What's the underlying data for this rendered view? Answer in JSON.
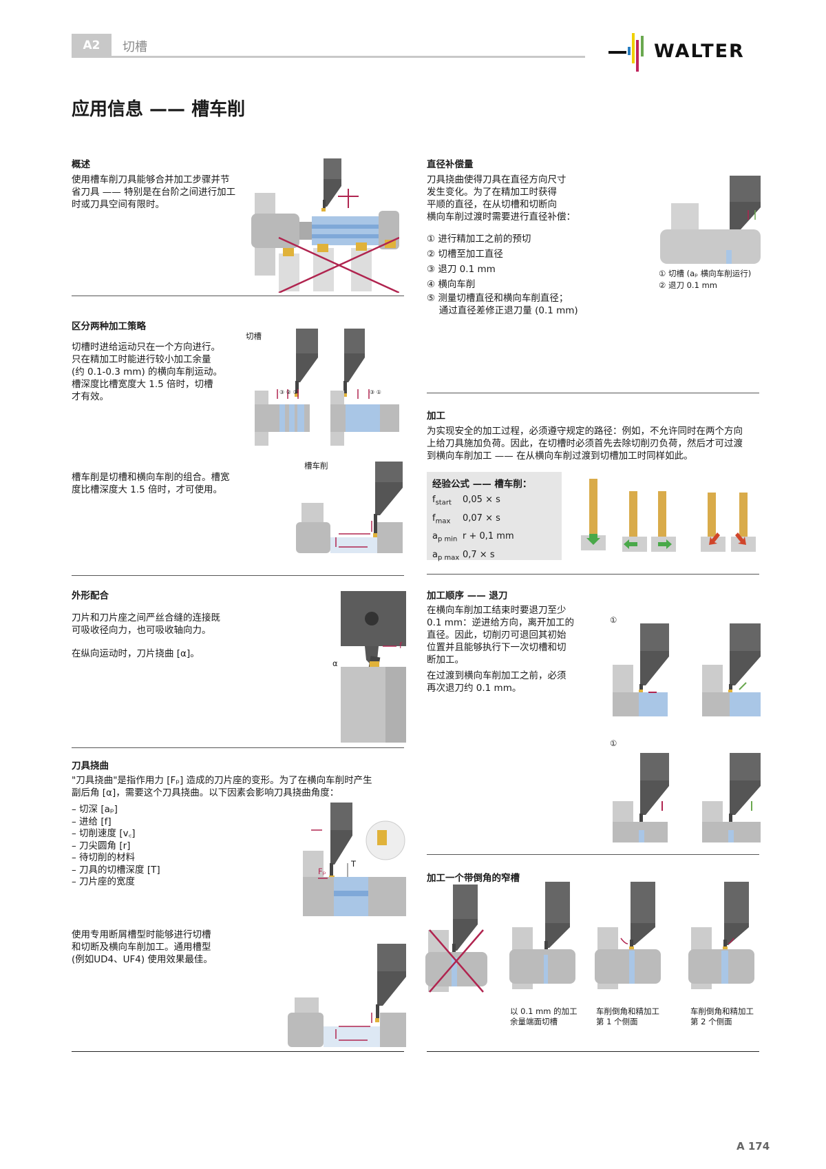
{
  "header": {
    "section_code": "A2",
    "section_name": "切槽",
    "brand": "WALTER",
    "brand_colors": [
      "#2a7fc1",
      "#f0d000",
      "#c0245c",
      "#6aa84f"
    ]
  },
  "page_title": "应用信息 —— 槽车削",
  "overview": {
    "heading": "概述",
    "body": [
      "使用槽车削刀具能够合并加工步骤并节",
      "省刀具 —— 特别是在台阶之间进行加工",
      "时或刀具空间有限时。"
    ]
  },
  "diameter_compensation": {
    "heading": "直径补偿量",
    "body": [
      "刀具挠曲使得刀具在直径方向尺寸",
      "发生变化。为了在精加工时获得",
      "平顺的直径，在从切槽和切断向",
      "横向车削过渡时需要进行直径补偿："
    ],
    "steps": [
      "① 进行精加工之前的预切",
      "② 切槽至加工直径",
      "③ 退刀 0.1 mm",
      "④ 横向车削",
      "⑤ 测量切槽直径和横向车削直径；",
      "　 通过直径差修正退刀量 (0.1 mm)"
    ],
    "figure_captions": [
      "① 切槽 (aₚ 横向车削运行)",
      "② 退刀 0.1 mm"
    ]
  },
  "two_strategies": {
    "heading": "区分两种加工策略",
    "grooving_body": [
      "切槽时进给运动只在一个方向进行。",
      "只在精加工时能进行较小加工余量",
      "(约 0.1-0.3 mm) 的横向车削运动。",
      "槽深度比槽宽度大 1.5 倍时，切槽",
      "才有效。"
    ],
    "grooving_label": "切槽",
    "groove_turning_label": "槽车削",
    "groove_turning_body": [
      "槽车削是切槽和横向车削的组合。槽宽",
      "度比槽深度大 1.5 倍时，才可使用。"
    ],
    "step_marks_left": [
      "③",
      "②",
      "①"
    ],
    "step_marks_right": [
      "③",
      "①"
    ]
  },
  "machining": {
    "heading": "加工",
    "body": [
      "为实现安全的加工过程，必须遵守规定的路径：例如，不允许同时在两个方向",
      "上给刀具施加负荷。因此，在切槽时必须首先去除切削刃负荷，然后才可过渡",
      "到横向车削加工 —— 在从横向车削过渡到切槽加工时同样如此。"
    ],
    "formula_box": {
      "title": "经验公式 —— 槽车削：",
      "rows": [
        {
          "key": "f",
          "sub": "start",
          "value": "0,05 × s"
        },
        {
          "key": "f",
          "sub": "max",
          "value": "0,07 × s"
        },
        {
          "key": "a",
          "sub": "p min",
          "value": "r + 0,1 mm"
        },
        {
          "key": "a",
          "sub": "p max",
          "value": "0,7 × s"
        }
      ]
    }
  },
  "form_fit": {
    "heading": "外形配合",
    "body1": [
      "刀片和刀片座之间严丝合缝的连接既",
      "可吸收径向力，也可吸收轴向力。"
    ],
    "body2": "在纵向运动时，刀片挠曲 [α]。",
    "fig_labels": {
      "alpha": "α",
      "feed": "f"
    }
  },
  "sequence_retract": {
    "heading": "加工顺序 —— 退刀",
    "body1": [
      "在横向车削加工结束时要退刀至少",
      "0.1 mm：逆进给方向，离开加工的",
      "直径。因此，切削刃可退回其初始",
      "位置并且能够执行下一次切槽和切",
      "断加工。"
    ],
    "body2": [
      "在过渡到横向车削加工之前，必须",
      "再次退刀约 0.1 mm。"
    ],
    "marks": [
      "①",
      "①"
    ]
  },
  "tool_deflection": {
    "heading": "刀具挠曲",
    "body": [
      "\"刀具挠曲\"是指作用力 [Fₚ] 造成的刀片座的变形。为了在横向车削时产生",
      "副后角 [α]，需要这个刀具挠曲。以下因素会影响刀具挠曲角度："
    ],
    "factors": [
      "– 切深 [aₚ]",
      "– 进给 [f]",
      "– 切削速度 [v꜀]",
      "– 刀尖圆角 [r]",
      "– 待切削的材料",
      "– 刀具的切槽深度 [T]",
      "– 刀片座的宽度"
    ],
    "chipbreaker_body": [
      "使用专用断屑槽型时能够进行切槽",
      "和切断及横向车削加工。通用槽型",
      "(例如UD4、UF4) 使用效果最佳。"
    ],
    "fig_labels": {
      "T": "T",
      "Fp": "Fₚ"
    }
  },
  "narrow_groove": {
    "heading": "加工一个带倒角的窄槽",
    "captions": [
      "",
      "以 0.1 mm 的加工\n余量端面切槽",
      "车削倒角和精加工\n第 1 个侧面",
      "车削倒角和精加工\n第 2 个侧面"
    ]
  },
  "footer": {
    "page_number": "A 174"
  }
}
